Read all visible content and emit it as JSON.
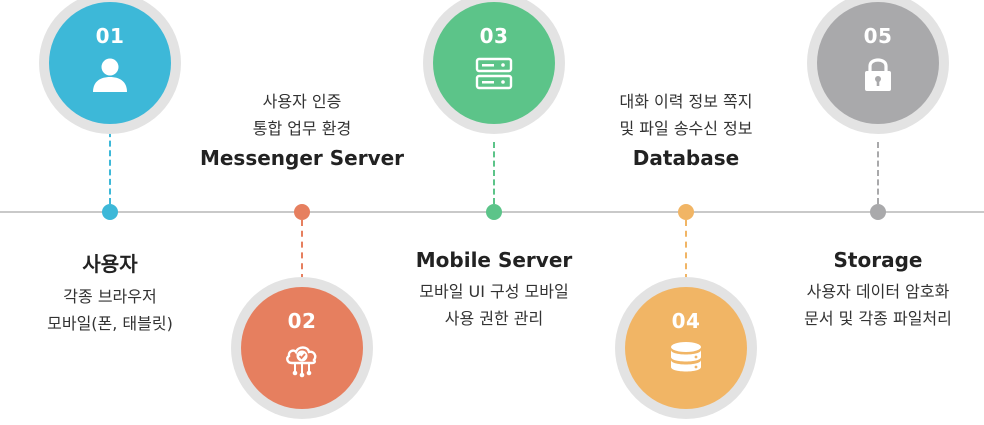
{
  "steps": [
    {
      "number": "01",
      "title": "사용자",
      "description": [
        "각종 브라우저",
        "모바일(폰, 태블릿)"
      ],
      "icon": "user-icon",
      "color": "#3db8d8"
    },
    {
      "number": "02",
      "title": "Messenger Server",
      "description": [
        "사용자 인증",
        "통합 업무 환경"
      ],
      "icon": "cloud-check-icon",
      "color": "#e67f5f"
    },
    {
      "number": "03",
      "title": "Mobile Server",
      "description": [
        "모바일 UI 구성 모바일",
        "사용 권한 관리"
      ],
      "icon": "server-icon",
      "color": "#5cc489"
    },
    {
      "number": "04",
      "title": "Database",
      "description": [
        "대화 이력 정보 쪽지",
        "및 파일 송수신 정보"
      ],
      "icon": "database-icon",
      "color": "#f1b565"
    },
    {
      "number": "05",
      "title": "Storage",
      "description": [
        "사용자 데이터 암호화",
        "문서 및 각종 파일처리"
      ],
      "icon": "lock-icon",
      "color": "#a9a9ab"
    }
  ],
  "colors": {
    "timeline": "#c9c9c9",
    "circle_ring": "#e3e3e3"
  }
}
